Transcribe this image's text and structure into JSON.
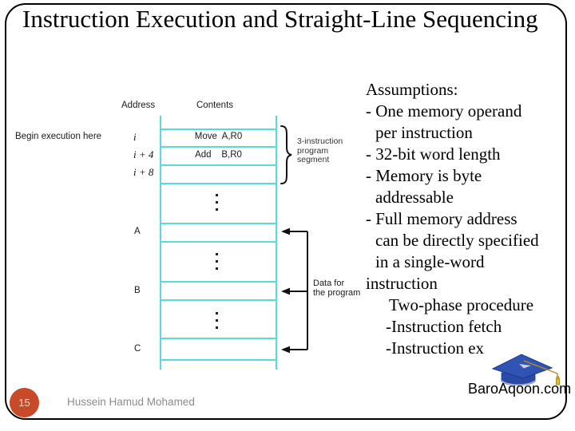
{
  "title": "Instruction Execution and Straight-Line Sequencing",
  "memory": {
    "headers": {
      "address": "Address",
      "contents": "Contents"
    },
    "begin_label": "Begin execution here",
    "address_labels": [
      "i",
      "i + 4",
      "i + 8"
    ],
    "data_labels": [
      "A",
      "B",
      "C"
    ],
    "instructions": [
      "Move  A,R0",
      "Add    B,R0"
    ],
    "segment_brace_label": [
      "3-instruction",
      "program",
      "segment"
    ],
    "data_brace_label": [
      "Data for",
      "the program"
    ]
  },
  "assumptions": {
    "lines": [
      "Assumptions:",
      "- One memory operand",
      "per instruction",
      "- 32-bit word length",
      "- Memory is byte",
      "addressable",
      "- Full memory address",
      "can be directly specified",
      "in a single-word",
      "instruction",
      "Two-phase procedure",
      "-Instruction fetch",
      "-Instruction ex"
    ]
  },
  "branding": {
    "site": "BaroAqoon.com",
    "icon": "graduation-cap-icon"
  },
  "footer": {
    "page_number": "15",
    "author": "Hussein Hamud Mohamed"
  },
  "colors": {
    "memory_line_cyan": "#57dada",
    "page_circle_red": "#c84a28",
    "cap_blue": "#2f54b4",
    "tassel_gold": "#c8a22a"
  }
}
